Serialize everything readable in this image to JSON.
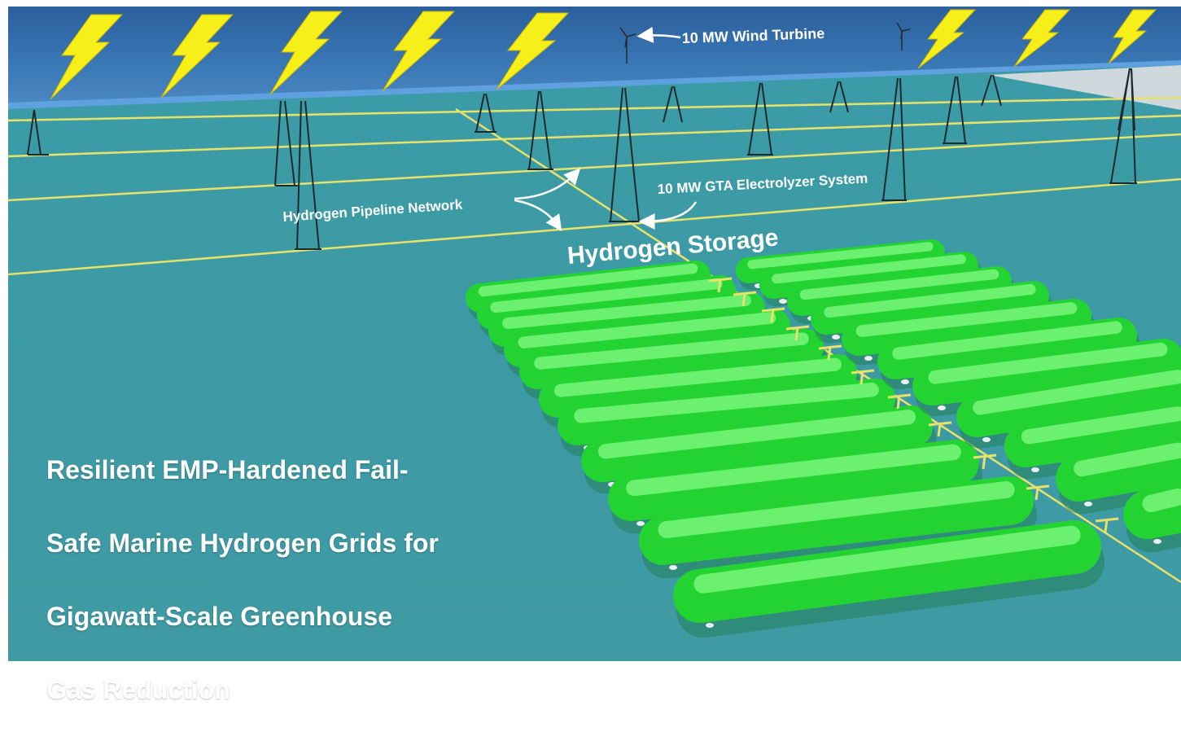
{
  "labels": {
    "wind_turbine": "10 MW Wind Turbine",
    "electrolyzer": "10 MW GTA Electrolyzer System",
    "pipeline": "Hydrogen Pipeline Network",
    "storage": "Hydrogen Storage"
  },
  "headline": {
    "lines": [
      "Resilient EMP-Hardened Fail-",
      "Safe Marine Hydrogen Grids  for",
      "Gigawatt-Scale Greenhouse",
      "Gas Reduction"
    ]
  },
  "icons": {
    "lightning": "lightning-bolt-icon",
    "turbine": "wind-turbine-icon",
    "arrow": "curved-arrow-icon"
  },
  "colors": {
    "sea": "#3c9aa3",
    "solar_panel": "#2f5f9f",
    "lightning": "#f7ef1a",
    "storage_tank": "#2fe43c",
    "pipeline": "#e7e26a",
    "text": "#ffffff"
  }
}
